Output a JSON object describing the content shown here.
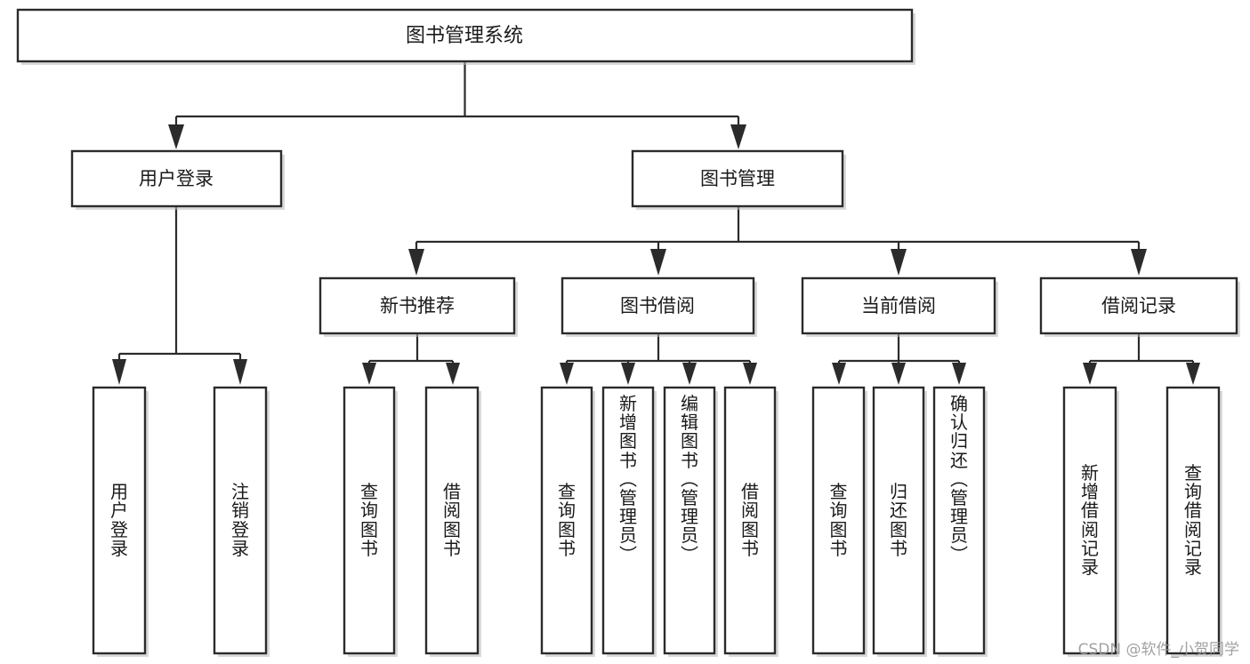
{
  "diagram": {
    "type": "tree-hierarchy",
    "title": "图书管理系统",
    "root": {
      "label": "图书管理系统"
    },
    "level1": [
      {
        "id": "user-login",
        "label": "用户登录"
      },
      {
        "id": "book-manage",
        "label": "图书管理"
      }
    ],
    "level2": [
      {
        "id": "new-book-recommend",
        "label": "新书推荐",
        "parent": "book-manage"
      },
      {
        "id": "book-borrow",
        "label": "图书借阅",
        "parent": "book-manage"
      },
      {
        "id": "current-borrow",
        "label": "当前借阅",
        "parent": "book-manage"
      },
      {
        "id": "borrow-record",
        "label": "借阅记录",
        "parent": "book-manage"
      }
    ],
    "leaves": [
      {
        "id": "leaf-user-login",
        "label": "用户登录",
        "parent": "user-login"
      },
      {
        "id": "leaf-user-logout",
        "label": "注销登录",
        "parent": "user-login"
      },
      {
        "id": "leaf-query-book-1",
        "label": "查询图书",
        "parent": "new-book-recommend"
      },
      {
        "id": "leaf-borrow-book-1",
        "label": "借阅图书",
        "parent": "new-book-recommend"
      },
      {
        "id": "leaf-query-book-2",
        "label": "查询图书",
        "parent": "book-borrow"
      },
      {
        "id": "leaf-add-book",
        "label": "新增图书（管理员）",
        "parent": "book-borrow"
      },
      {
        "id": "leaf-edit-book",
        "label": "编辑图书（管理员）",
        "parent": "book-borrow"
      },
      {
        "id": "leaf-borrow-book-2",
        "label": "借阅图书",
        "parent": "book-borrow"
      },
      {
        "id": "leaf-query-book-3",
        "label": "查询图书",
        "parent": "current-borrow"
      },
      {
        "id": "leaf-return-book",
        "label": "归还图书",
        "parent": "current-borrow"
      },
      {
        "id": "leaf-confirm-return",
        "label": "确认归还（管理员）",
        "parent": "current-borrow"
      },
      {
        "id": "leaf-add-record",
        "label": "新增借阅记录",
        "parent": "borrow-record"
      },
      {
        "id": "leaf-query-record",
        "label": "查询借阅记录",
        "parent": "borrow-record"
      }
    ],
    "colors": {
      "box_stroke": "#2b2b2b",
      "box_fill": "#ffffff",
      "connector": "#2b2b2b",
      "text": "#1a1a1a",
      "background": "#ffffff",
      "watermark": "#9a9a9a"
    }
  },
  "watermark": {
    "text": "CSDN @软件_小贺同学"
  }
}
